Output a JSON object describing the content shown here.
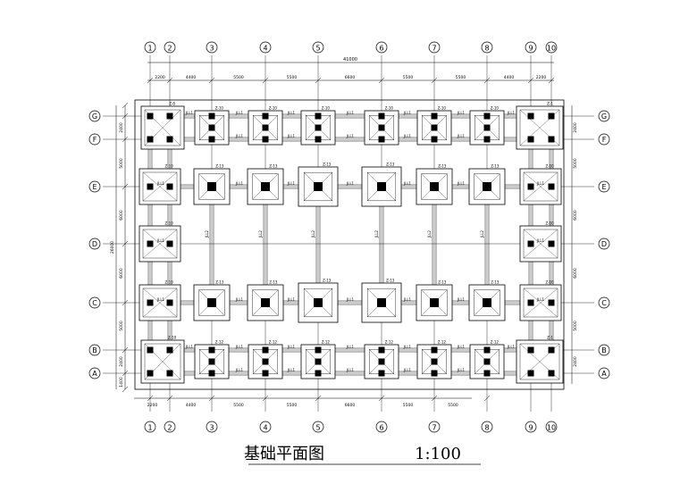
{
  "title": {
    "name": "基础平面图",
    "scale": "1:100"
  },
  "axes": {
    "numeric": [
      "1",
      "2",
      "3",
      "4",
      "5",
      "6",
      "7",
      "8",
      "9",
      "10"
    ],
    "letters": [
      "G",
      "F",
      "E",
      "D",
      "C",
      "B",
      "A"
    ]
  },
  "dimensions": {
    "overall_top": "41000",
    "top_spans": [
      "2200",
      "4400",
      "5500",
      "5500",
      "6600",
      "5500",
      "5500",
      "4400",
      "2200"
    ],
    "bottom_spans": [
      "2200",
      "4400",
      "5500",
      "5500",
      "6600",
      "5500",
      "5500"
    ],
    "left_overall": "26000",
    "left_spans": [
      "2400",
      "5000",
      "6000",
      "6000",
      "5000",
      "2400",
      "1400"
    ],
    "right_spans": [
      "2400",
      "5000",
      "6000",
      "6000",
      "5000",
      "2400"
    ]
  },
  "labels": {
    "beam_jl1": "JLL1",
    "beam_jl2": "JLL2",
    "footing_j8": "Z-8",
    "footing_j10": "Z-10",
    "footing_j12": "Z-12",
    "footing_j13": "Z-13",
    "footing_j1": "Z-1"
  }
}
